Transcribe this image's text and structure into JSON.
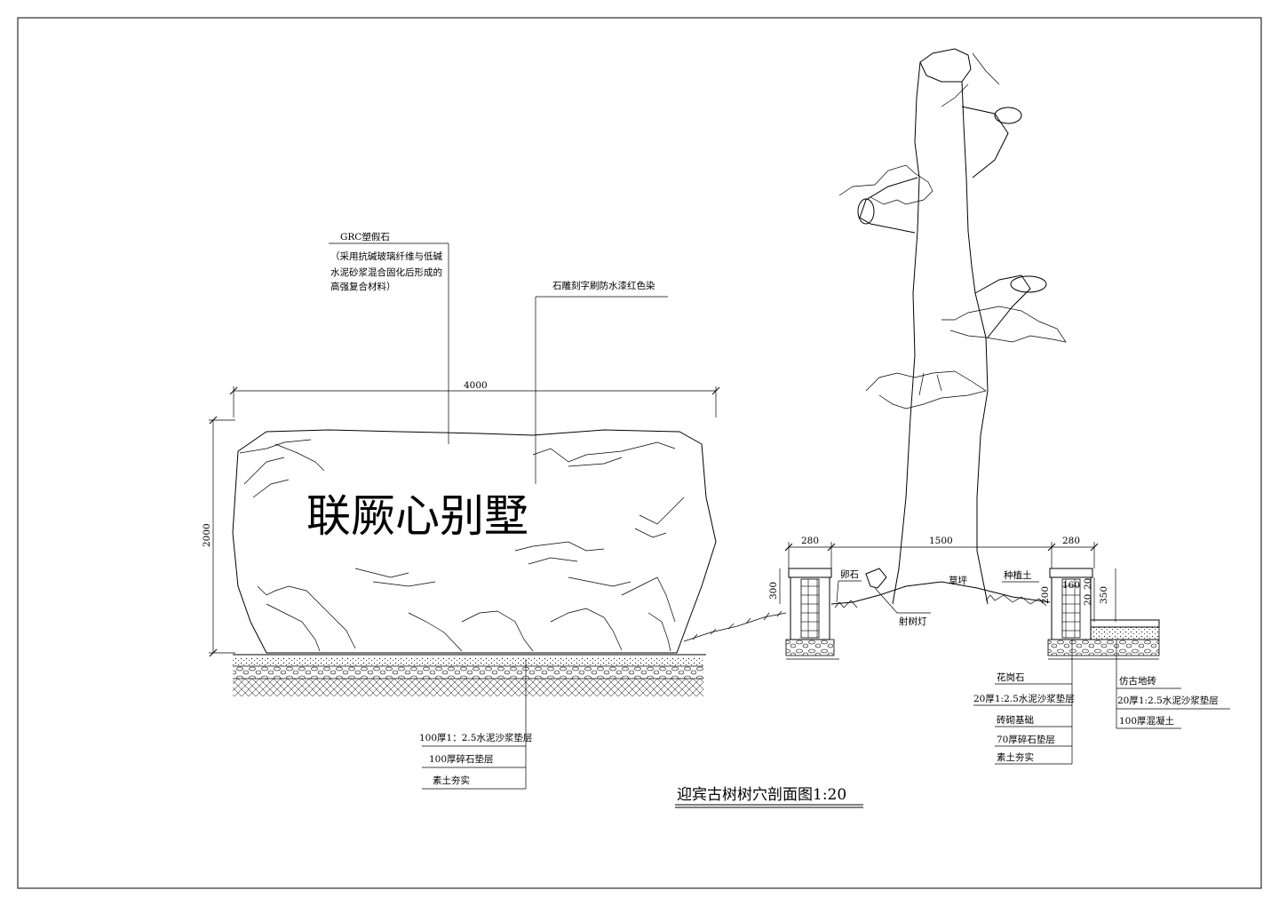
{
  "title": "迎宾古树树穴剖面图1:20",
  "rock": {
    "engraved_text": "联厥心别墅",
    "label_grc": "GRC塑假石",
    "label_grc_note": [
      "（采用抗碱玻璃纤维与低碱",
      "水泥砂浆混合固化后形成的",
      "高强复合材料）"
    ],
    "label_engrave": "石雕刻字刷防水漆红色染",
    "dim_width": "4000",
    "dim_height": "2000",
    "base_layers": [
      "100厚1：2.5水泥沙浆垫层",
      "100厚碎石垫层",
      "素土夯实"
    ]
  },
  "pit": {
    "dim_left": "280",
    "dim_mid": "1500",
    "dim_right": "280",
    "dim_300": "300",
    "dim_160": "160",
    "dim_200": "200",
    "dim_20": "20",
    "dim_20b": "20",
    "dim_350": "350",
    "label_pebble": "卵石",
    "label_lawn": "草坪",
    "label_soil": "种植土",
    "label_lamp": "射树灯",
    "granite_layers": [
      "花岗石",
      "20厚1:2.5水泥沙浆垫层",
      "砖砌基础",
      "70厚碎石垫层",
      "素土夯实"
    ],
    "paving_layers": [
      "仿古地砖",
      "20厚1:2.5水泥沙浆垫层",
      "100厚混凝土"
    ]
  }
}
